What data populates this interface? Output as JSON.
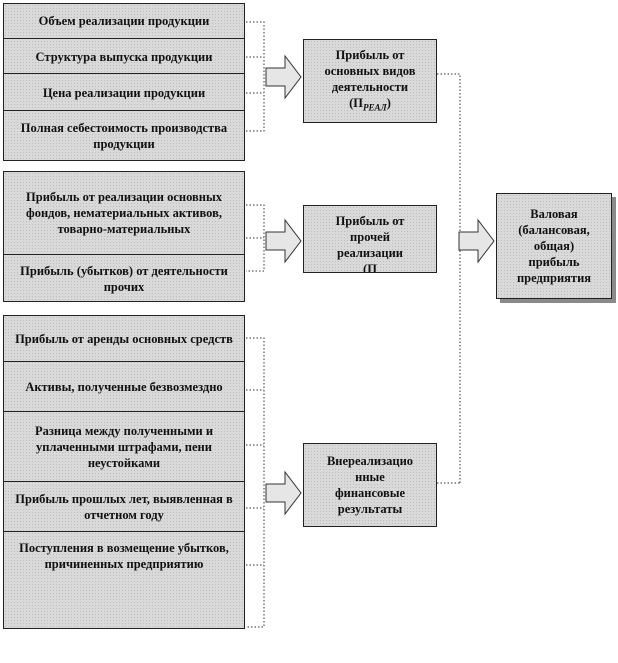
{
  "group1": {
    "items": [
      "Объем реализации продукции",
      "Структура выпуска продукции",
      "Цена реализации продукции",
      "Полная себестоимость производства продукции"
    ],
    "result": "Прибыль от\nосновных видов\nдеятельности\n(П",
    "result_sub": "РЕАЛ",
    "result_tail": ")"
  },
  "group2": {
    "items": [
      "Прибыль от реализации основных фондов, нематериальных активов, товарно-материальных",
      "Прибыль (убытков) от деятельности прочих"
    ],
    "result": "Прибыль от\nпрочей\nреализации\n(П"
  },
  "group3": {
    "items": [
      "Прибыль от аренды основных средств",
      "Активы, полученные безвозмездно",
      "Разница между полученными и уплаченными штрафами, пени неустойками",
      "Прибыль прошлых лет, выявленная в отчетном году",
      "Поступления в возмещение убытков, причиненных предприятию"
    ],
    "result": "Внереализацио\nнные\nфинансовые\nрезультаты"
  },
  "final": "Валовая\n(балансовая,\nобщая)\nприбыль\nпредприятия"
}
